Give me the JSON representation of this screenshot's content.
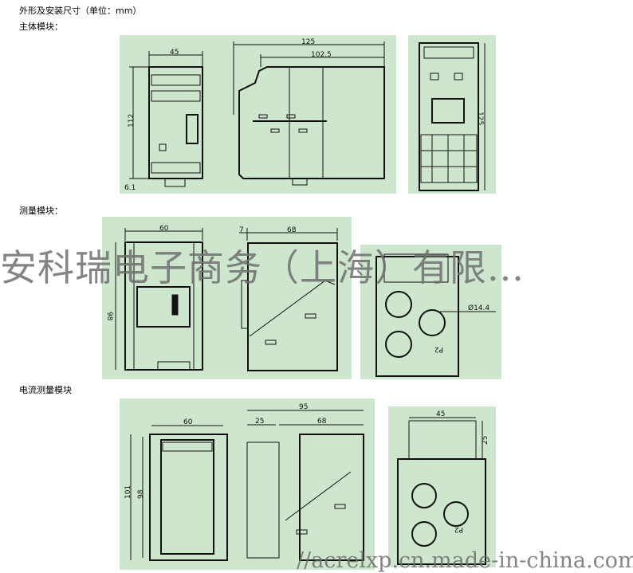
{
  "headings": {
    "title": "外形及安装尺寸（单位：mm）",
    "main_module": "主体模块：",
    "measure_module": "测量模块：",
    "current_module": "电流测量模块"
  },
  "main_module": {
    "front": {
      "width": "45",
      "height": "112",
      "rail": "6.1"
    },
    "side": {
      "length": "125",
      "depth": "102.5"
    },
    "end": {
      "height": "125"
    }
  },
  "measure_module": {
    "front": {
      "width": "60",
      "height": "98"
    },
    "side": {
      "offset": "7",
      "depth": "68"
    },
    "end": {
      "hole": "Ø14.4",
      "label": "P2"
    }
  },
  "current_module": {
    "front": {
      "width": "60",
      "height_outer": "101",
      "height_inner": "98"
    },
    "side": {
      "total": "95",
      "offset": "25",
      "depth": "68"
    },
    "end": {
      "width": "45",
      "height": "25",
      "label": "P2"
    }
  },
  "watermarks": {
    "company": "安科瑞电子商务（上海）有限...",
    "url": "//acrelxp.cn.made-in-china.com"
  },
  "colors": {
    "panel_bg": "#cde6cd",
    "line": "#111111"
  }
}
